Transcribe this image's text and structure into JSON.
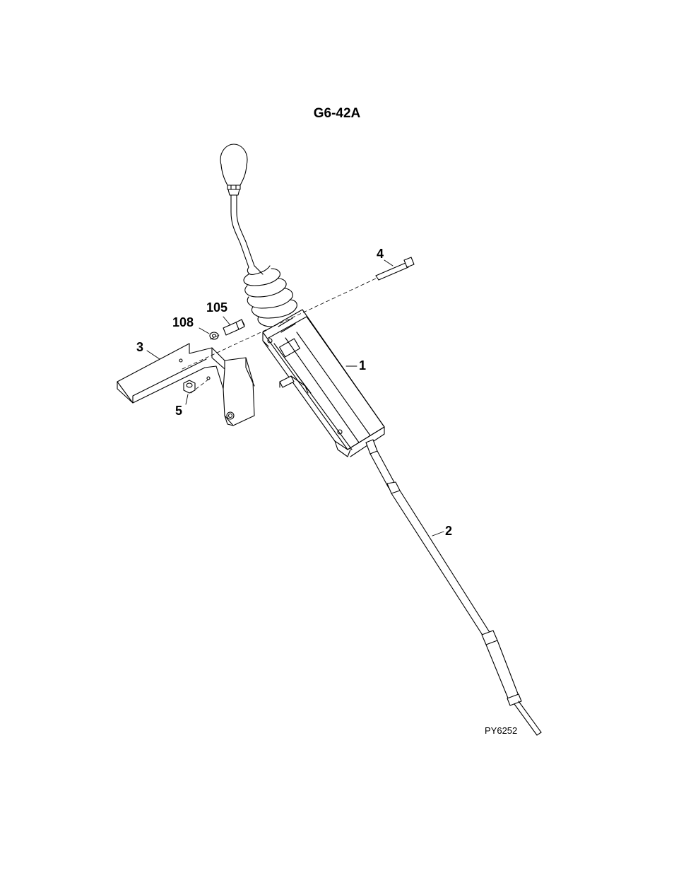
{
  "diagram": {
    "title": "G6-42A",
    "figure_code": "PY6252",
    "callouts": {
      "c1": "1",
      "c2": "2",
      "c3": "3",
      "c4": "4",
      "c5": "5",
      "c105": "105",
      "c108": "108"
    }
  }
}
